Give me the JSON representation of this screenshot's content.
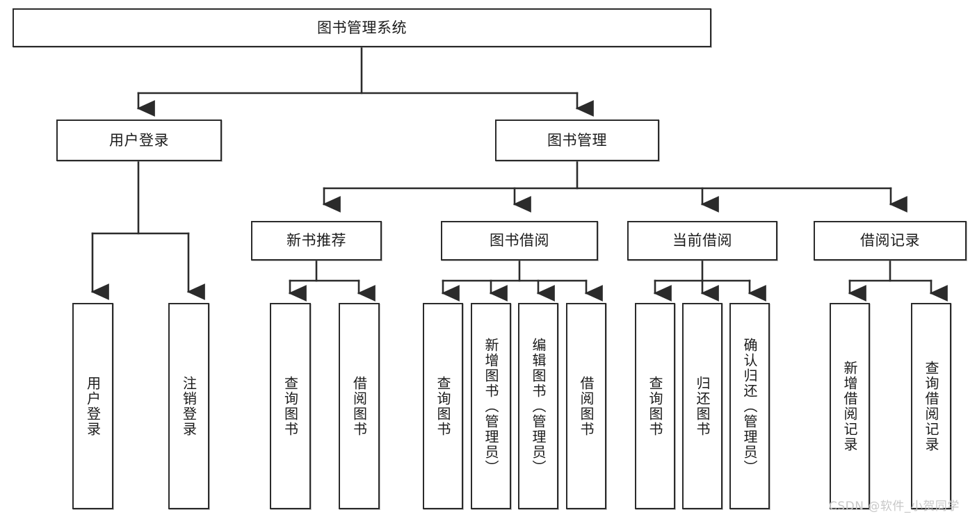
{
  "diagram": {
    "title": "图书管理系统",
    "type": "tree-hierarchy-diagram",
    "watermark": "CSDN @软件_小贺同学",
    "colors": {
      "box_border": "#2b2b2b",
      "box_fill": "#ffffff",
      "connector": "#2b2b2b",
      "text": "#1b1b1b",
      "watermark": "#c8c8c8",
      "background": "#ffffff"
    },
    "root": {
      "id": "root",
      "label": "图书管理系统"
    },
    "level2": [
      {
        "id": "n-user-login",
        "label": "用户登录"
      },
      {
        "id": "n-book-mgmt",
        "label": "图书管理"
      }
    ],
    "level3": [
      {
        "id": "n-new-book-rec",
        "label": "新书推荐",
        "parent": "n-book-mgmt"
      },
      {
        "id": "n-book-borrow",
        "label": "图书借阅",
        "parent": "n-book-mgmt"
      },
      {
        "id": "n-current-borrow",
        "label": "当前借阅",
        "parent": "n-book-mgmt"
      },
      {
        "id": "n-borrow-record",
        "label": "借阅记录",
        "parent": "n-book-mgmt"
      }
    ],
    "leaves": [
      {
        "id": "l-user-login",
        "label": "用户登录",
        "parent": "n-user-login"
      },
      {
        "id": "l-logout",
        "label": "注销登录",
        "parent": "n-user-login"
      },
      {
        "id": "l-query-book-1",
        "label": "查询图书",
        "parent": "n-new-book-rec"
      },
      {
        "id": "l-borrow-book-1",
        "label": "借阅图书",
        "parent": "n-new-book-rec"
      },
      {
        "id": "l-query-book-2",
        "label": "查询图书",
        "parent": "n-book-borrow"
      },
      {
        "id": "l-add-book",
        "label": "新增图书（管理员）",
        "parent": "n-book-borrow"
      },
      {
        "id": "l-edit-book",
        "label": "编辑图书（管理员）",
        "parent": "n-book-borrow"
      },
      {
        "id": "l-borrow-book-2",
        "label": "借阅图书",
        "parent": "n-book-borrow"
      },
      {
        "id": "l-query-book-3",
        "label": "查询图书",
        "parent": "n-current-borrow"
      },
      {
        "id": "l-return-book",
        "label": "归还图书",
        "parent": "n-current-borrow"
      },
      {
        "id": "l-confirm-return",
        "label": "确认归还（管理员）",
        "parent": "n-current-borrow"
      },
      {
        "id": "l-add-record",
        "label": "新增借阅记录",
        "parent": "n-borrow-record"
      },
      {
        "id": "l-query-record",
        "label": "查询借阅记录",
        "parent": "n-borrow-record"
      }
    ]
  }
}
